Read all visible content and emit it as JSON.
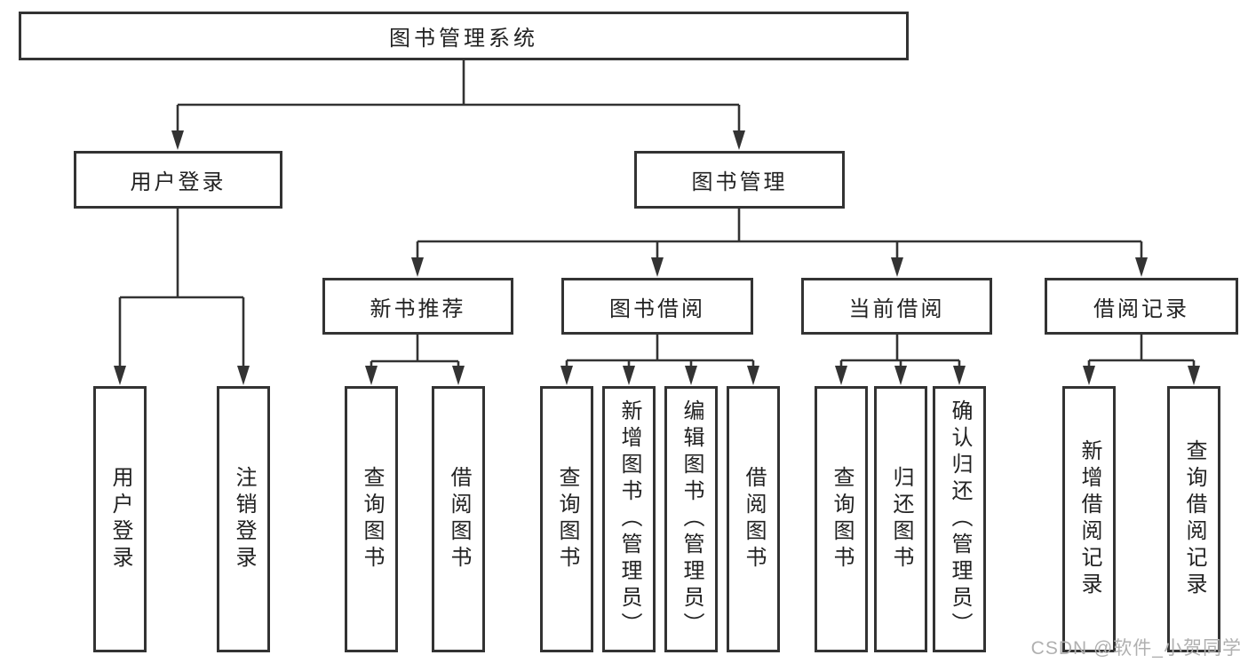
{
  "tree": {
    "root": {
      "label": "图书管理系统"
    },
    "user": {
      "label": "用户登录",
      "children": [
        {
          "label": "用户登录"
        },
        {
          "label": "注销登录"
        }
      ]
    },
    "book": {
      "label": "图书管理",
      "children": [
        {
          "label": "新书推荐",
          "children": [
            {
              "label": "查询图书"
            },
            {
              "label": "借阅图书"
            }
          ]
        },
        {
          "label": "图书借阅",
          "children": [
            {
              "label": "查询图书"
            },
            {
              "label": "新增图书（管理员）"
            },
            {
              "label": "编辑图书（管理员）"
            },
            {
              "label": "借阅图书"
            }
          ]
        },
        {
          "label": "当前借阅",
          "children": [
            {
              "label": "查询图书"
            },
            {
              "label": "归还图书"
            },
            {
              "label": "确认归还（管理员）"
            }
          ]
        },
        {
          "label": "借阅记录",
          "children": [
            {
              "label": "新增借阅记录"
            },
            {
              "label": "查询借阅记录"
            }
          ]
        }
      ]
    }
  },
  "watermark": {
    "text": "CSDN @软件_小贺同学"
  },
  "colors": {
    "line": "#333333",
    "box_border": "#333333",
    "text": "#222222",
    "watermark": "#b0b0b0",
    "background": "#ffffff"
  }
}
